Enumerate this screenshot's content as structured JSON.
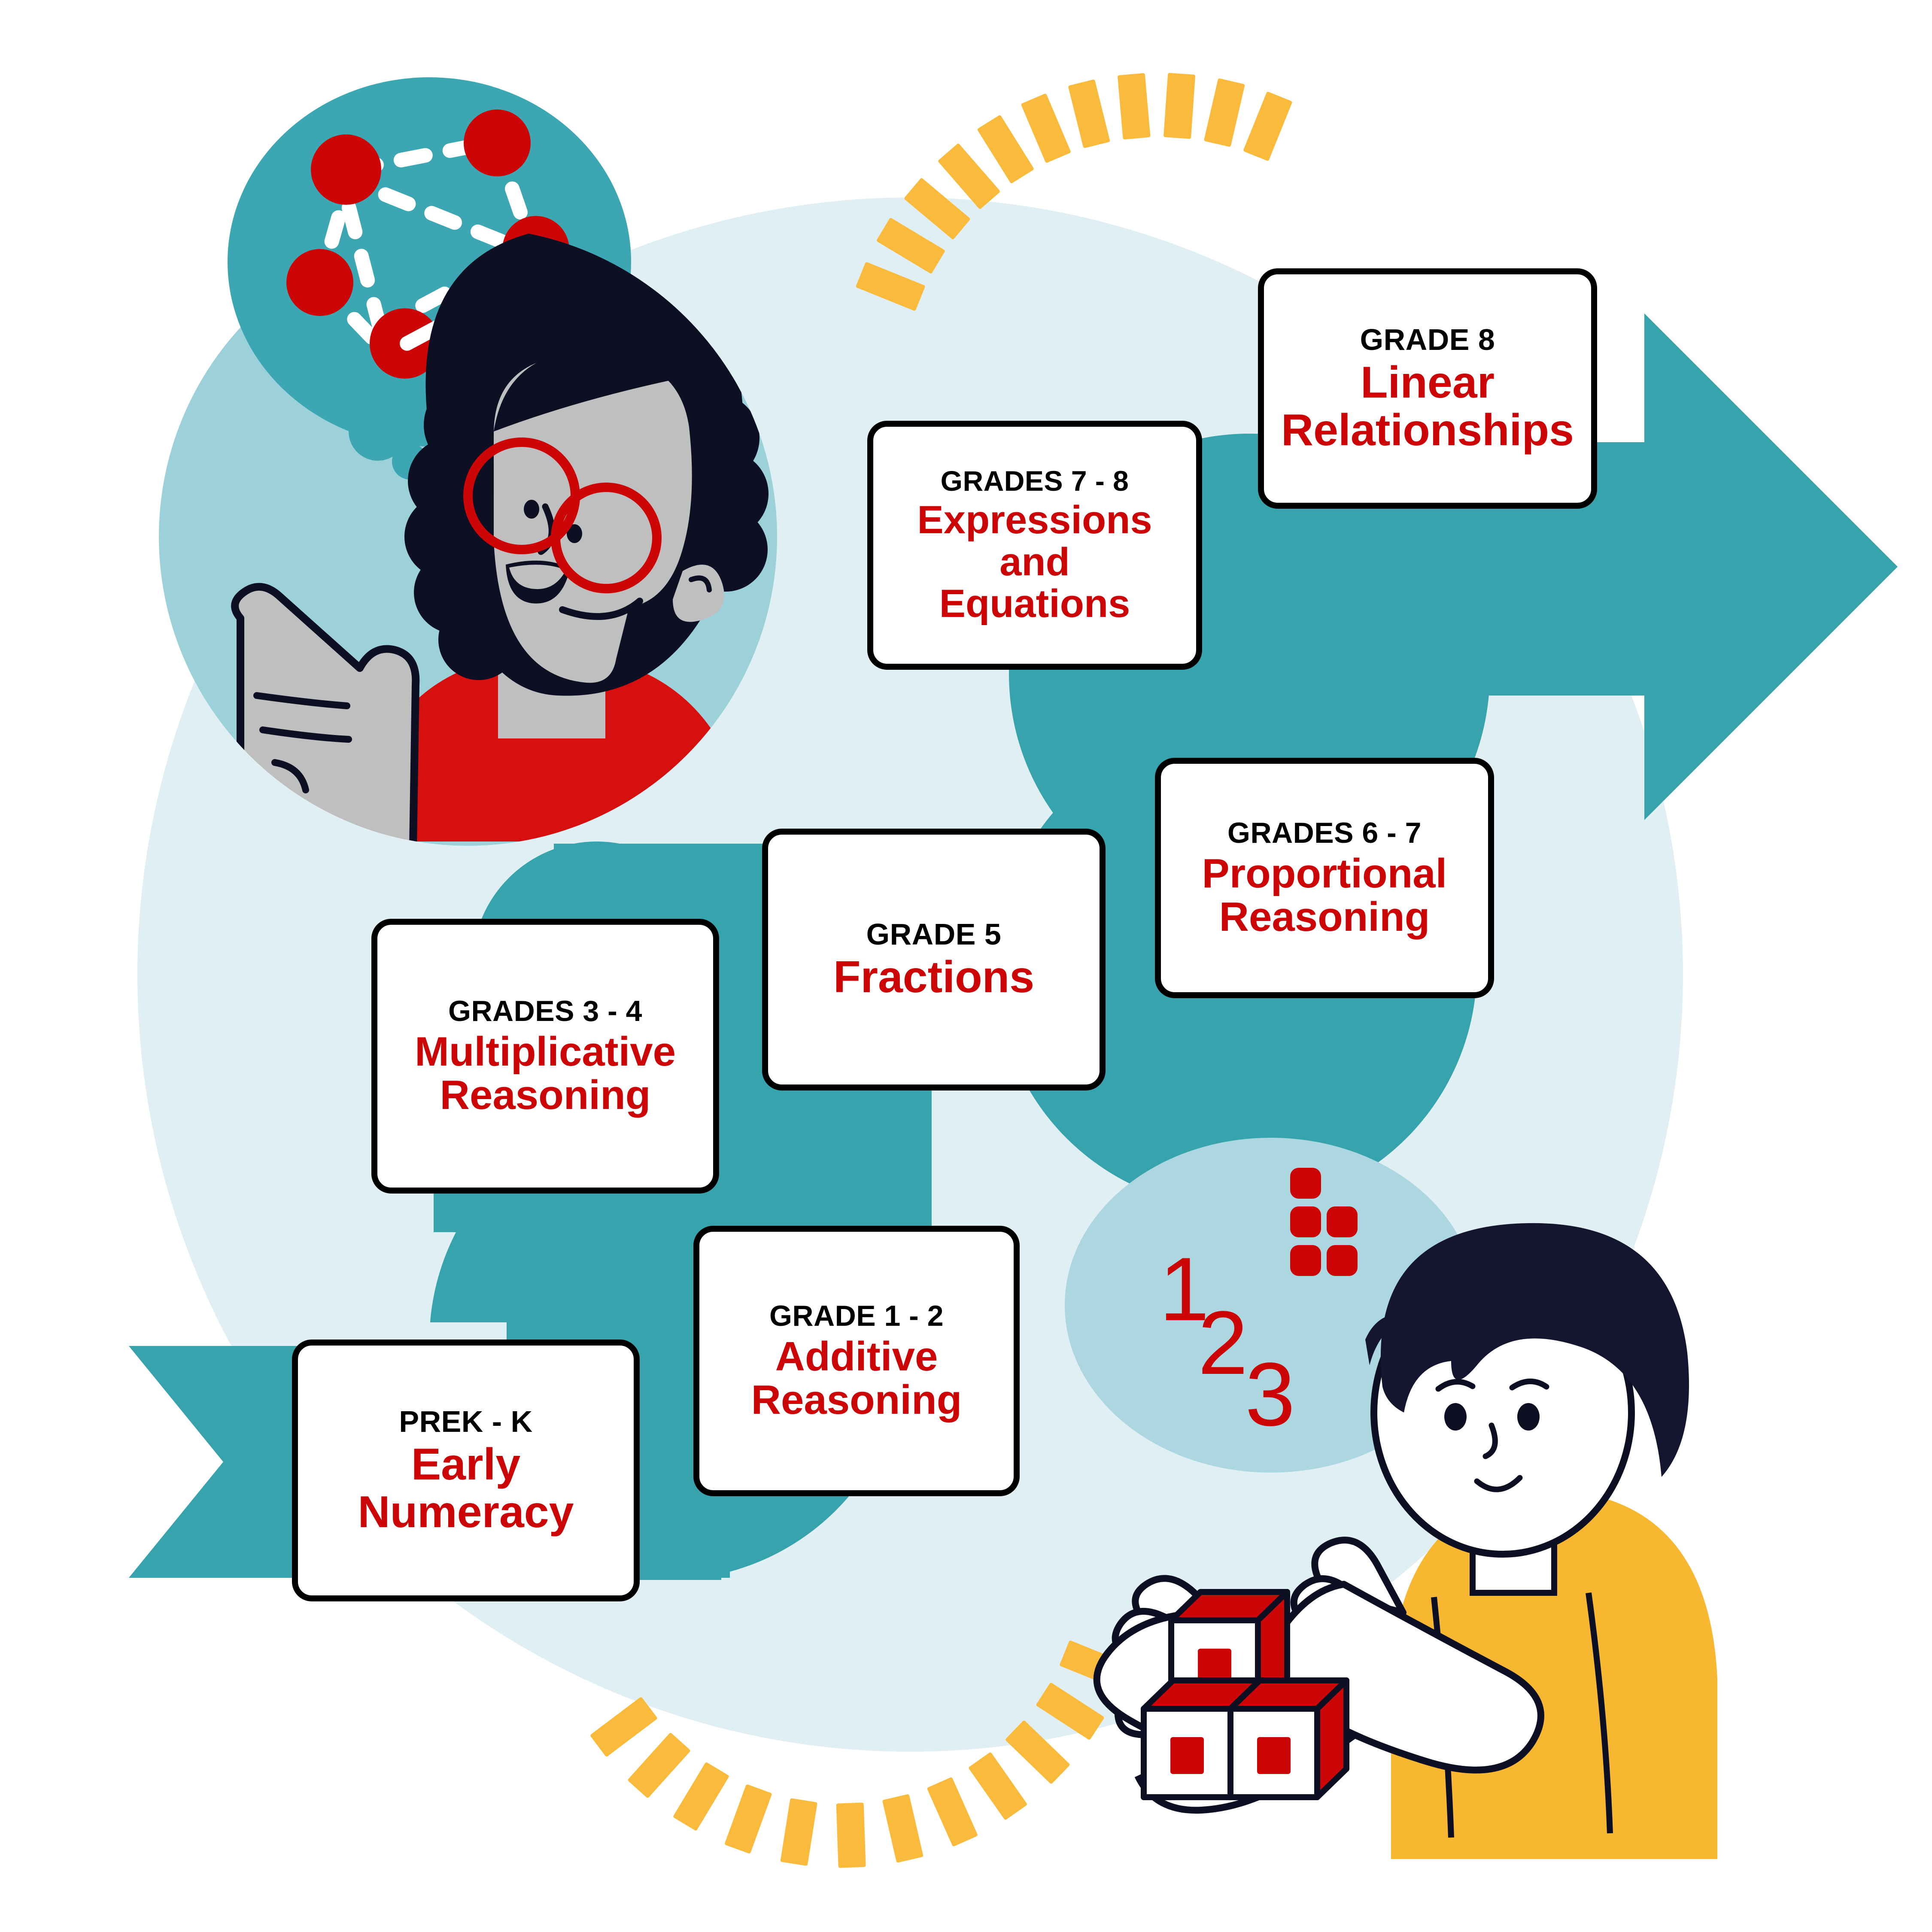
{
  "palette": {
    "teal_path": "#37a3ad",
    "teal_dark": "#2f939c",
    "bg_light_blue": "#dfeff3",
    "light_teal": "#9dd1da",
    "red": "#cc0606",
    "yellow": "#fabb3d",
    "black": "#0d0f23",
    "white": "#ffffff",
    "skin_grey": "#bfbfbf",
    "shirt_red": "#d60f0f",
    "shirt_yellow": "#f7b731"
  },
  "cards": [
    {
      "id": "card-prek",
      "grade": "PREK - K",
      "topic": "Early\nNumeracy"
    },
    {
      "id": "card-g12",
      "grade": "GRADE 1 - 2",
      "topic": "Additive\nReasoning"
    },
    {
      "id": "card-g34",
      "grade": "GRADES 3 - 4",
      "topic": "Multiplicative\nReasoning"
    },
    {
      "id": "card-g5",
      "grade": "GRADE 5",
      "topic": "Fractions"
    },
    {
      "id": "card-g67",
      "grade": "GRADES 6 - 7",
      "topic": "Proportional\nReasoning"
    },
    {
      "id": "card-g78",
      "grade": "GRADES 7 - 8",
      "topic": "Expressions\nand\nEquations"
    },
    {
      "id": "card-g8",
      "grade": "GRADE 8",
      "topic": "Linear\nRelationships"
    }
  ],
  "card_labels": {
    "prek": {
      "grade": "PREK - K",
      "topic_line1": "Early",
      "topic_line2": "Numeracy"
    },
    "g12": {
      "grade": "GRADE 1 - 2",
      "topic_line1": "Additive",
      "topic_line2": "Reasoning"
    },
    "g34": {
      "grade": "GRADES 3 - 4",
      "topic_line1": "Multiplicative",
      "topic_line2": "Reasoning"
    },
    "g5": {
      "grade": "GRADE 5",
      "topic_line1": "Fractions",
      "topic_line2": ""
    },
    "g67": {
      "grade": "GRADES 6 - 7",
      "topic_line1": "Proportional",
      "topic_line2": "Reasoning"
    },
    "g78": {
      "grade": "GRADES 7 - 8",
      "topic_line1": "Expressions",
      "topic_line2": "and",
      "topic_line3": "Equations"
    },
    "g8": {
      "grade": "GRADE 8",
      "topic_line1": "Linear",
      "topic_line2": "Relationships"
    }
  },
  "illustrations": {
    "teacher": {
      "name": "teacher-pointing-with-thought-bubble",
      "thought_bubble_content": "scatter-plot-with-five-red-points-connected-by-dashed-lines-and-a-pencil",
      "point_count": 5,
      "shirt_color": "#d60f0f",
      "glasses_color": "#cc0606"
    },
    "student": {
      "name": "child-counting-on-fingers-with-blocks",
      "thought_bubble_numbers": [
        "1",
        "2",
        "3"
      ],
      "thought_bubble_dot_count": 5,
      "blocks_count": 3,
      "block_color": "#cc0606",
      "shirt_color": "#f7b731"
    }
  },
  "decor": {
    "yellow_arc_top": {
      "name": "yellow-dashed-arc",
      "dash_count": 11
    },
    "yellow_arc_bottom": {
      "name": "yellow-dashed-arc",
      "dash_count": 12
    },
    "arrow_direction": "right"
  }
}
